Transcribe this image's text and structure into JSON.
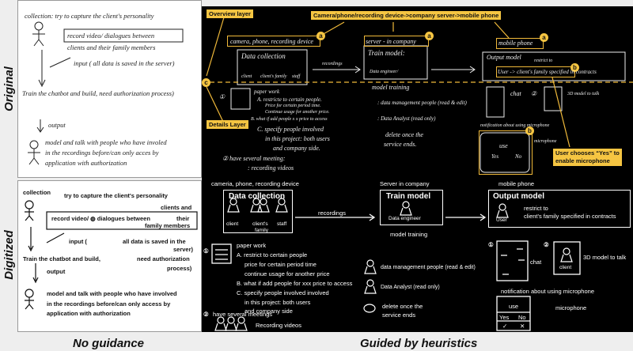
{
  "rows": {
    "original": "Original",
    "digitized": "Digitized"
  },
  "columns": {
    "no_guidance": "No guidance",
    "guided": "Guided by heuristics"
  },
  "colors": {
    "annotation": "#f5c542",
    "dark_bg": "#000000"
  },
  "original_left": {
    "line1": "collection: try to capture the client's personality",
    "line2": "record video/ dialogues between",
    "line2b": "clients and their family members",
    "line3": "input ( all data is saved in the server)",
    "line4": "Train the chatbot and build, need authorization process)",
    "line5": "output",
    "line6": "model and talk with people who have involed",
    "line7": "in the recordings before/can only acces by",
    "line8": "application with authorization"
  },
  "original_right": {
    "dev1": "camera, phone, recording device",
    "dc_title": "Data collection",
    "p1": "client",
    "p2": "client's family",
    "p3": "staff",
    "recordings": "recordings",
    "dev2": "server - in company",
    "tm_title": "Train model:",
    "tm_sub": "Data engineer/",
    "model_training": "model training",
    "dev3": "mobile phone",
    "om_title": "Output model",
    "om_restrict": "restrict to",
    "om_line": "User -> client's family specified in contracts",
    "paper": "paper work",
    "a1": "A. restricte to certain people.",
    "a2": "Price for certain period time.",
    "a3": "Continue usage for another price.",
    "b": "B. what if add people x x price to access",
    "c1": "C. specify people involved",
    "c2": "in this project: both users",
    "c3": "and company side.",
    "m": "② have several meeting:",
    "rv": ": recording videos",
    "dm": ": data management people (read & edit)",
    "da": ": Data Analyst (read only)",
    "del1": "delete once the",
    "del2": "service ends.",
    "chat": "chat",
    "model3d": "3D model to talk",
    "notif": "notification about using microphone",
    "mic": "microphone",
    "use": "use",
    "yes": "Yes",
    "no": "No",
    "n1": "①",
    "n2": "②"
  },
  "annotations": {
    "overview": "Overview layer",
    "details": "Details Layer",
    "flow": "Camera/phone/recording device->company server->mobile phone",
    "yes_note1": "User chooses “Yes” to",
    "yes_note2": "enable microphone",
    "a": "a",
    "b": "b",
    "c": "c"
  },
  "digitized_left": {
    "collection": "collection",
    "capture": "try to capture the client's personality",
    "clients_and": "clients and",
    "record": "record video/ ◍ dialogues between",
    "their": "their",
    "family": "family members",
    "input": "input (",
    "saved": "all data is saved in the",
    "server": "server)",
    "train": "Train the chatbot and build,",
    "auth": "need authorization",
    "process": "process)",
    "output": "output",
    "m1": "model and talk with people who have involved",
    "m2": "in the recordings before/can only access by",
    "m3": "application with authorization"
  },
  "digitized_right": {
    "dev1": "cameria, phone, recording device",
    "dev2": "Server in company",
    "dev3": "mobile phone",
    "dc_title": "Data collection",
    "client": "client",
    "family1": "client's",
    "family2": "family",
    "staff": "staff",
    "recordings": "recordings",
    "tm_title": "Train model",
    "engineer": "Data engineer",
    "model_training": "model training",
    "om_title": "Output model",
    "user": "User",
    "restrict1": "restrict to",
    "restrict2": "client's family specified in contracts",
    "n1": "①",
    "n2": "②",
    "paper": "paper work",
    "a1": "A. restrict to certain people",
    "a2": "price for certain period time",
    "a3": "continue usage for another price",
    "b": "B. what if add people for xxx price to access",
    "c1": "C. specify people involved involved",
    "c2": "in this project: both users",
    "c3": "and company side",
    "meet": "have several meetings",
    "rv": "Recording videos",
    "dm": "data management people (read & edit)",
    "da": "Data Analyst (read only)",
    "del1": "delete once the",
    "del2": "service ends",
    "chat": "chat",
    "client2": "client",
    "model3d": "3D model to talk",
    "notif": "notification about using microphone",
    "use": "use",
    "yes": "Yes",
    "no": "No",
    "check": "✓",
    "cross": "✕",
    "mic": "microphone"
  }
}
